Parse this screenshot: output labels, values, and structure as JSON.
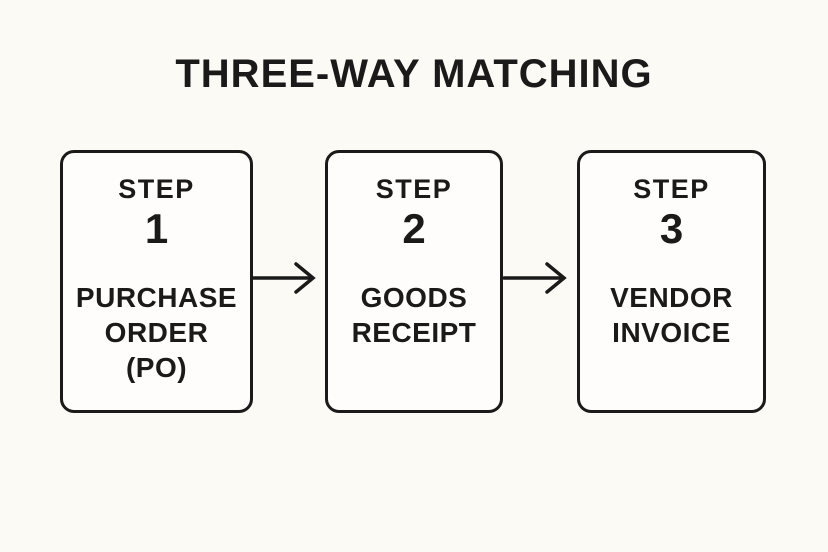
{
  "title": "THREE-WAY MATCHING",
  "colors": {
    "background": "#FCFAF5",
    "box-fill": "#FEFDFB",
    "ink": "#1A1A1A"
  },
  "steps": [
    {
      "step_word": "STEP",
      "number": "1",
      "label_lines": [
        "PURCHASE",
        "ORDER",
        "(PO)"
      ]
    },
    {
      "step_word": "STEP",
      "number": "2",
      "label_lines": [
        "GOODS",
        "RECEIPT"
      ]
    },
    {
      "step_word": "STEP",
      "number": "3",
      "label_lines": [
        "VENDOR",
        "INVOICE"
      ]
    }
  ],
  "icons": {
    "connector": "arrow-right"
  }
}
